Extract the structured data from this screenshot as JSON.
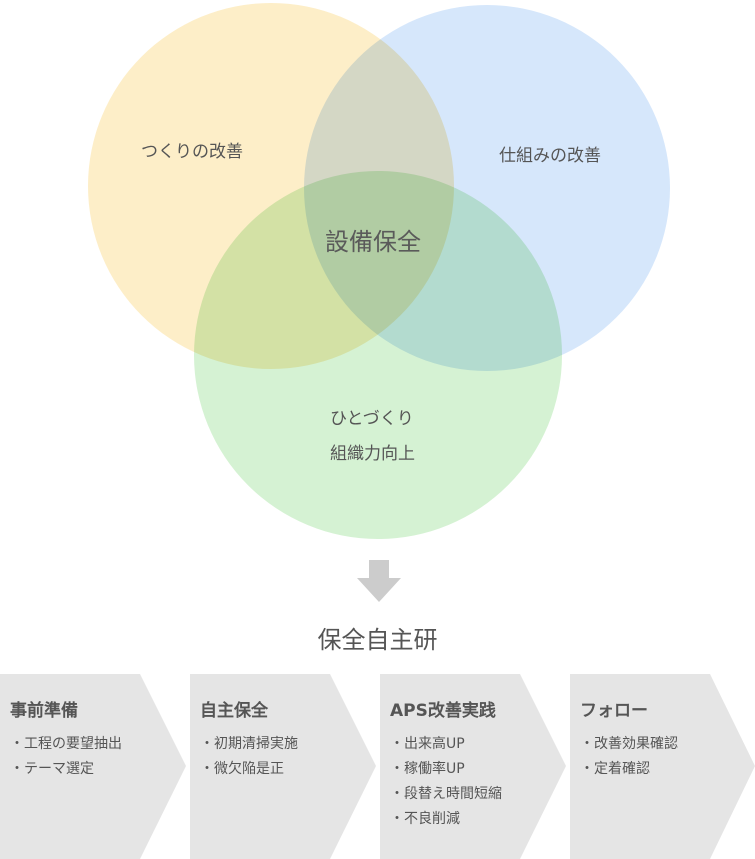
{
  "venn": {
    "circle_yellow_label": "つくりの改善",
    "circle_blue_label": "仕組みの改善",
    "circle_green_label_line1": "ひとづくり",
    "circle_green_label_line2": "組織力向上",
    "center_label": "設備保全",
    "colors": {
      "yellow": "#fdeec8",
      "blue": "#d6e7fb",
      "green": "#d5f2d3"
    }
  },
  "arrow_icon": "down-arrow-icon",
  "title": "保全自主研",
  "steps": [
    {
      "heading": "事前準備",
      "items": [
        "工程の要望抽出",
        "テーマ選定"
      ]
    },
    {
      "heading": "自主保全",
      "items": [
        "初期清掃実施",
        "微欠陥是正"
      ]
    },
    {
      "heading": "APS改善実践",
      "items": [
        "出来高UP",
        "稼働率UP",
        "段替え時間短縮",
        "不良削減"
      ]
    },
    {
      "heading": "フォロー",
      "items": [
        "改善効果確認",
        "定着確認"
      ]
    }
  ],
  "step_color": "#e5e5e5"
}
